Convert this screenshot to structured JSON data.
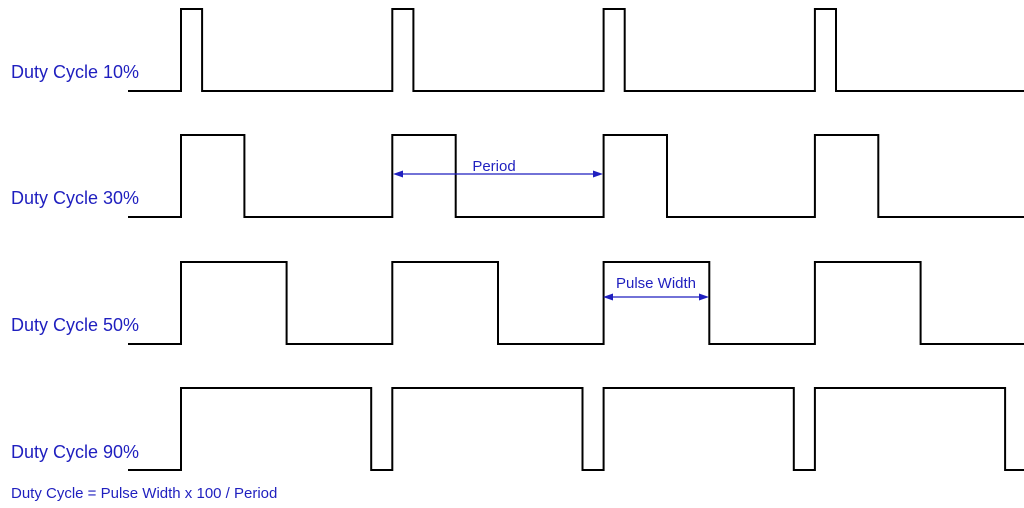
{
  "waveforms": [
    {
      "label": "Duty Cycle 10%",
      "duty_percent": 10
    },
    {
      "label": "Duty Cycle 30%",
      "duty_percent": 30
    },
    {
      "label": "Duty Cycle 50%",
      "duty_percent": 50
    },
    {
      "label": "Duty Cycle 90%",
      "duty_percent": 90
    }
  ],
  "annotations": {
    "period_label": "Period",
    "pulse_width_label": "Pulse Width"
  },
  "formula": "Duty Cycle = Pulse Width x 100 / Period",
  "colors": {
    "text": "#1f1fbf",
    "waveform": "#000000"
  }
}
